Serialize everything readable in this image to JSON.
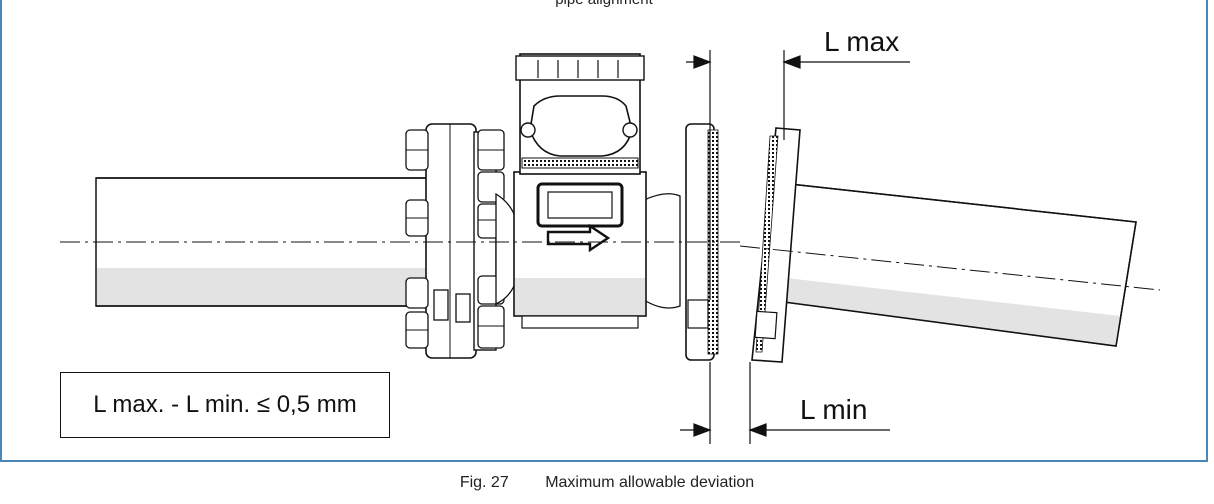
{
  "header": {
    "clipped_text": "pipe alignment"
  },
  "formula": {
    "text": "L max. - L min. ≤ 0,5 mm"
  },
  "dimensions": {
    "l_max": "L max",
    "l_min": "L min"
  },
  "caption": {
    "figure": "Fig. 27",
    "title": "Maximum allowable deviation"
  },
  "colors": {
    "frame": "#4a86b8",
    "line": "#111111",
    "shade": "#e3e3e3"
  }
}
